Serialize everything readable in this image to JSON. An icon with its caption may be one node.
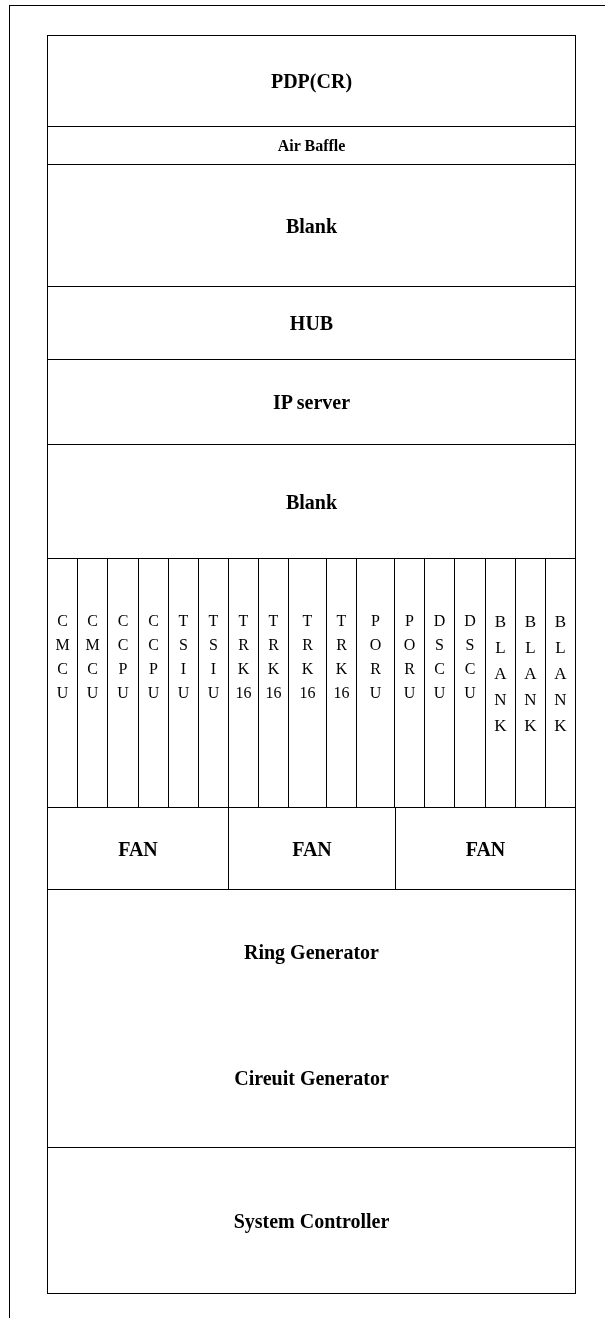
{
  "diagram": {
    "nodes": [
      {
        "text": [
          "PDP(CR)"
        ]
      },
      {
        "text": [
          "Air Baffle"
        ]
      },
      {
        "text": [
          "Blank"
        ]
      },
      {
        "text": [
          "HUB"
        ]
      },
      {
        "text": [
          "IP server"
        ]
      },
      {
        "text": [
          "Blank"
        ]
      },
      {
        "text": [
          "CMCU"
        ]
      },
      {
        "text": [
          "CMCU"
        ]
      },
      {
        "text": [
          "CCPU"
        ]
      },
      {
        "text": [
          "CCPU"
        ]
      },
      {
        "text": [
          "TSIU"
        ]
      },
      {
        "text": [
          "TSIU"
        ]
      },
      {
        "text": [
          "TRK16"
        ]
      },
      {
        "text": [
          "TRK16"
        ]
      },
      {
        "text": [
          "TRK16"
        ]
      },
      {
        "text": [
          "TRK16"
        ]
      },
      {
        "text": [
          "PORU"
        ]
      },
      {
        "text": [
          "PORU"
        ]
      },
      {
        "text": [
          "DSCU"
        ]
      },
      {
        "text": [
          "DSCU"
        ]
      },
      {
        "text": [
          "BLANK"
        ]
      },
      {
        "text": [
          "BLANK"
        ]
      },
      {
        "text": [
          "BLANK"
        ]
      },
      {
        "text": [
          "FAN"
        ]
      },
      {
        "text": [
          "FAN"
        ]
      },
      {
        "text": [
          "FAN"
        ]
      },
      {
        "text": [
          "Ring Generator",
          "Cireuit Generator"
        ]
      },
      {
        "text": [
          "System Controller"
        ]
      }
    ]
  }
}
